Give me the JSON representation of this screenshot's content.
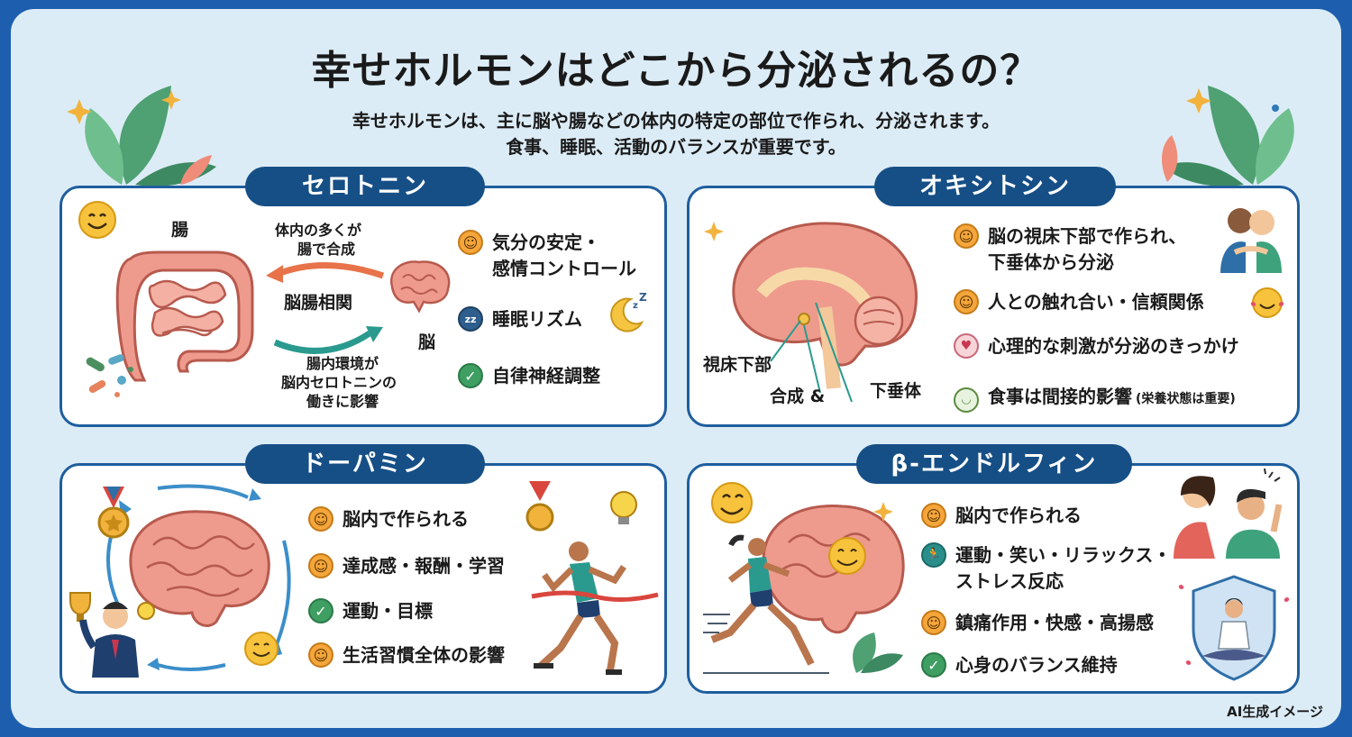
{
  "title": "幸せホルモンはどこから分泌されるの？",
  "subtitle_lines": [
    "幸せホルモンは、主に脳や腸などの体内の特定の部位で作られ、分泌されます。",
    "食事、睡眠、活動のバランスが重要です。"
  ],
  "serotonin": {
    "title": "セロトニン",
    "gut_label": "腸",
    "brain_label": "脳",
    "arrow_top": [
      "体内の多くが",
      "腸で合成"
    ],
    "center_label": "脳腸相関",
    "arrow_bottom": [
      "腸内環境が",
      "脳内セロトニンの",
      "働きに影響"
    ],
    "items": [
      {
        "icon": "smile-icon",
        "lines": [
          "気分の安定・",
          "感情コントロール"
        ]
      },
      {
        "icon": "zz-icon",
        "lines": [
          "睡眠リズム"
        ]
      },
      {
        "icon": "check-icon",
        "lines": [
          "自律神経調整"
        ]
      }
    ]
  },
  "oxytocin": {
    "title": "オキシトシン",
    "label_hypothalamus": "視床下部",
    "label_synthesis": "合成 &",
    "label_pituitary": "下垂体",
    "items": [
      {
        "icon": "smile-icon",
        "lines": [
          "脳の視床下部で作られ、",
          "下垂体から分泌"
        ]
      },
      {
        "icon": "smile-icon",
        "lines": [
          "人との触れ合い・信頼関係"
        ]
      },
      {
        "icon": "heart-icon",
        "lines": [
          "心理的な刺激が分泌のきっかけ"
        ]
      },
      {
        "icon": "bowl-icon",
        "lines": [
          "食事は間接的影響"
        ],
        "note": "(栄養状態は重要)"
      }
    ]
  },
  "dopamine": {
    "title": "ドーパミン",
    "items": [
      {
        "icon": "smile-icon",
        "lines": [
          "脳内で作られる"
        ]
      },
      {
        "icon": "smile-icon",
        "lines": [
          "達成感・報酬・学習"
        ]
      },
      {
        "icon": "check-icon",
        "lines": [
          "運動・目標"
        ]
      },
      {
        "icon": "smile-icon",
        "lines": [
          "生活習慣全体の影響"
        ]
      }
    ]
  },
  "endorphin": {
    "title": "β-エンドルフィン",
    "items": [
      {
        "icon": "smile-icon",
        "lines": [
          "脳内で作られる"
        ]
      },
      {
        "icon": "run-icon",
        "lines": [
          "運動・笑い・リラックス・",
          "ストレス反応"
        ]
      },
      {
        "icon": "smile-icon",
        "lines": [
          "鎮痛作用・快感・高揚感"
        ]
      },
      {
        "icon": "check-icon",
        "lines": [
          "心身のバランス維持"
        ]
      }
    ]
  },
  "footer_note": "AI生成イメージ",
  "colors": {
    "frame": "#1d5fae",
    "card_title_bg": "#164f86",
    "card_border": "#1f5e9e",
    "background": "#dcecf6"
  }
}
